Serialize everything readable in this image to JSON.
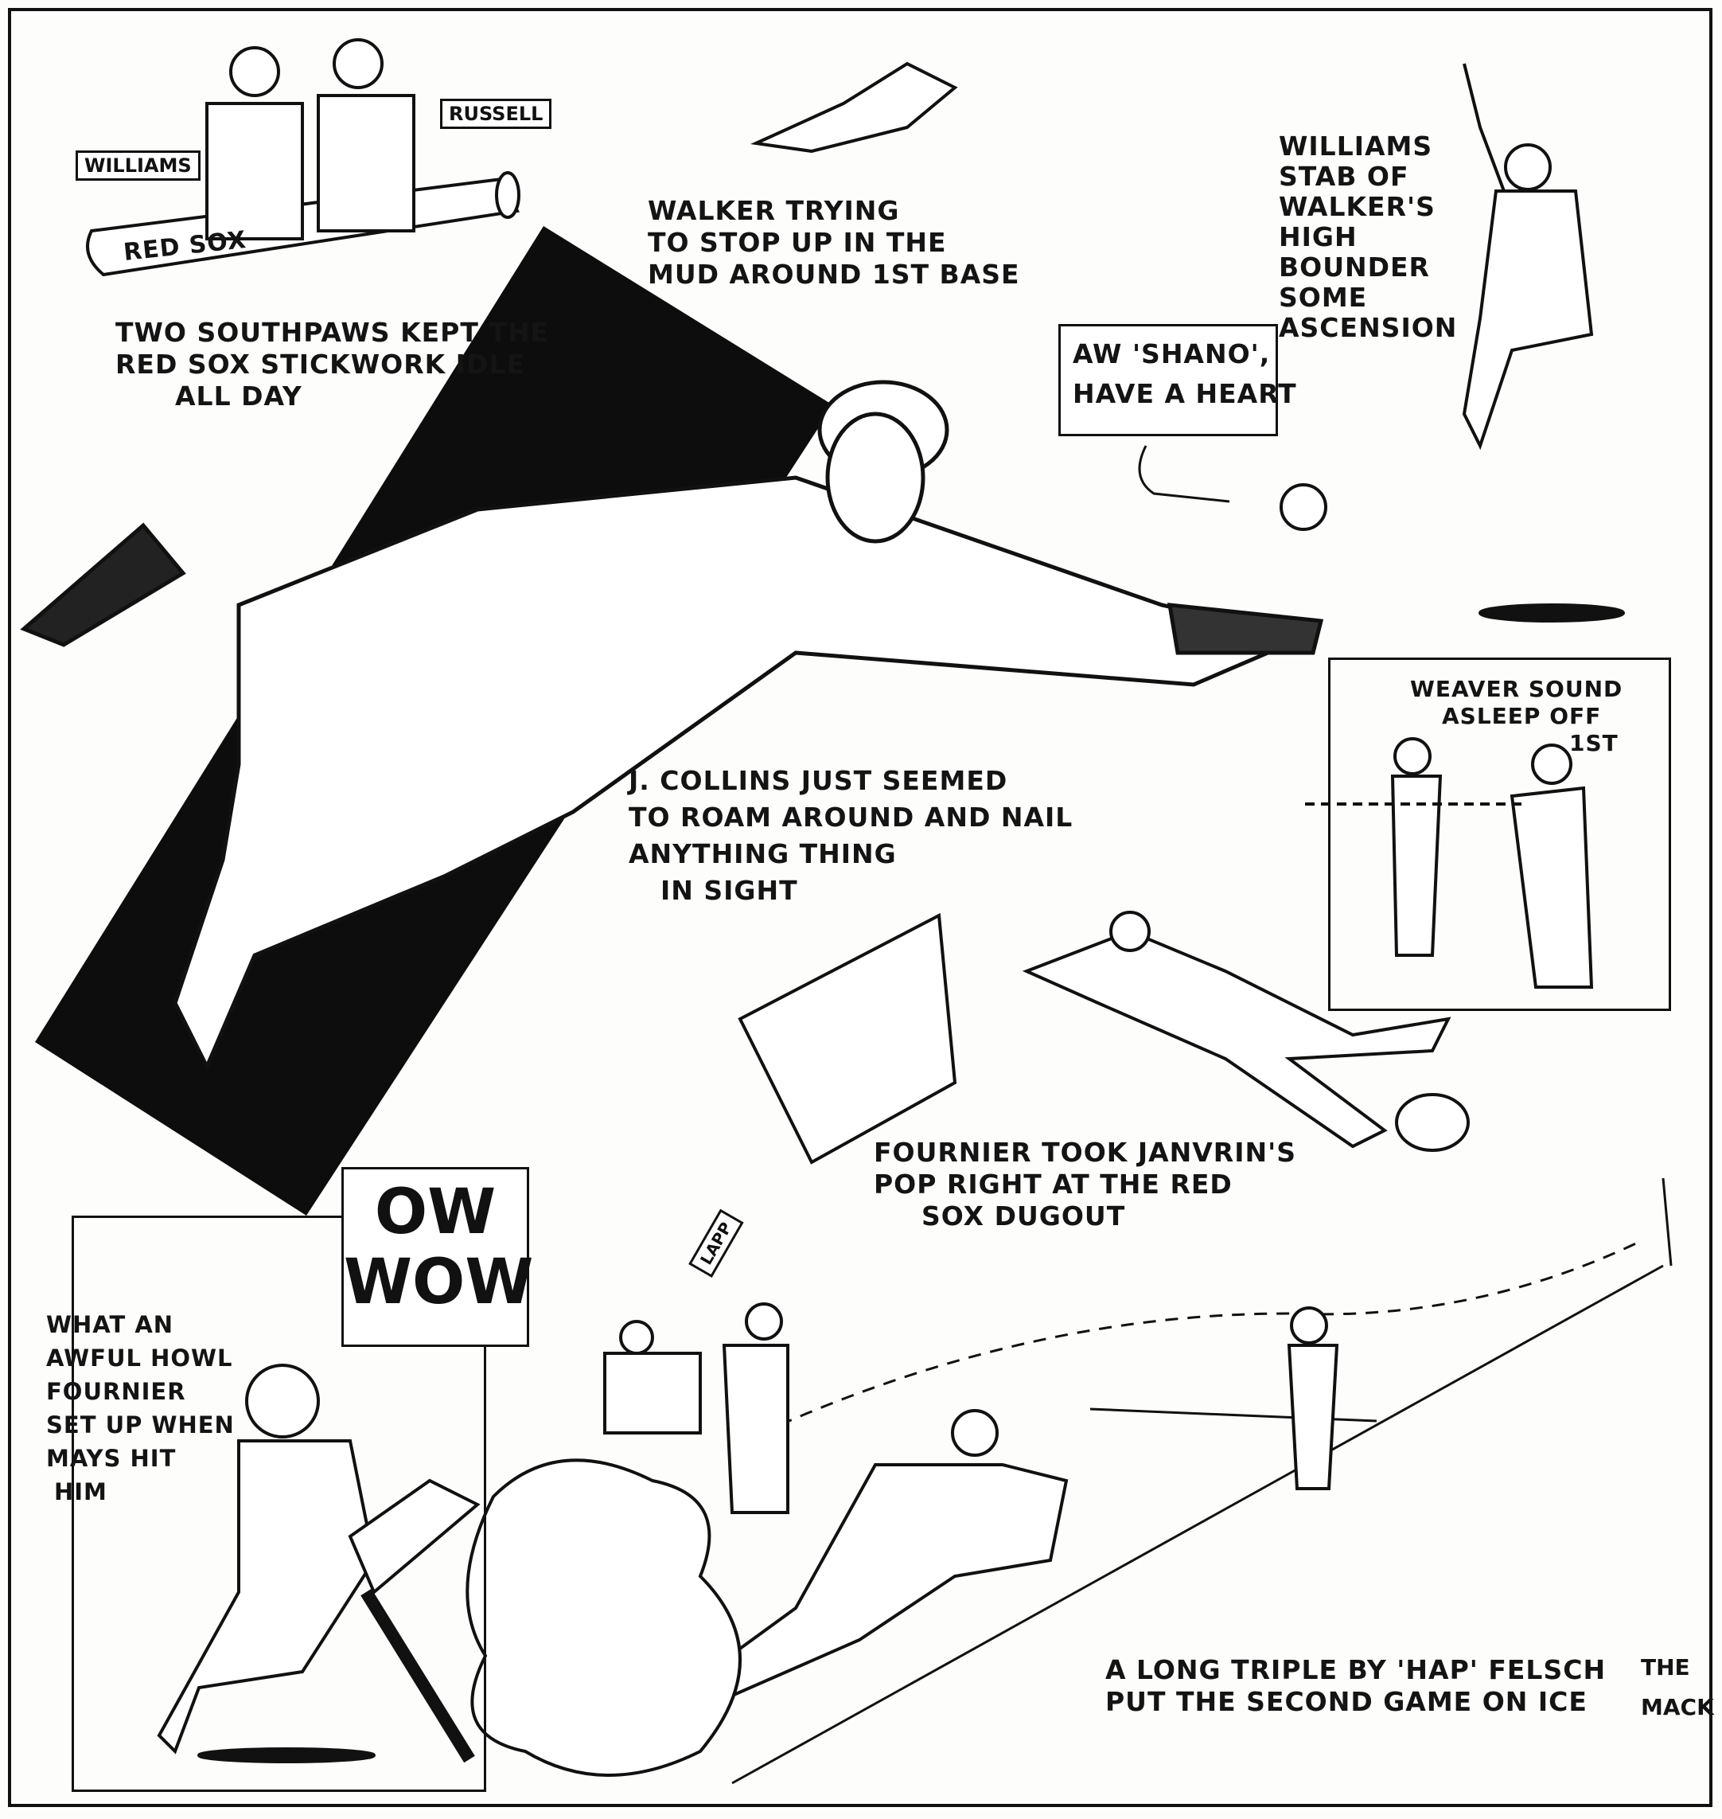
{
  "labels": {
    "williams": "WILLIAMS",
    "russell": "RUSSELL",
    "bat_text": "RED SOX",
    "lapp": "LAPP"
  },
  "captions": {
    "southpaws": [
      "TWO SOUTHPAWS KEPT THE",
      "RED SOX STICKWORK IDLE",
      "ALL DAY"
    ],
    "walker": [
      "WALKER TRYING",
      "TO STOP UP IN THE",
      "MUD AROUND 1st BASE"
    ],
    "williams_stab": [
      "WILLIAMS",
      "STAB OF",
      "WALKER'S",
      "HIGH",
      "BOUNDER",
      "SOME",
      "ASCENSION"
    ],
    "shano": [
      "AW 'SHANO',",
      "HAVE A HEART"
    ],
    "collins": [
      "J. COLLINS JUST SEEMED",
      "TO ROAM AROUND AND NAIL",
      "ANYTHING THING",
      "IN SIGHT"
    ],
    "weaver": [
      "WEAVER SOUND",
      "ASLEEP OFF",
      "1ST"
    ],
    "fournier_pop": [
      "FOURNIER TOOK JANVRIN'S",
      "POP RIGHT AT THE RED",
      "SOX DUGOUT"
    ],
    "ow_wow": [
      "OW",
      "WOW"
    ],
    "howl": [
      "WHAT AN",
      "AWFUL HOWL",
      "FOURNIER",
      "SET UP WHEN",
      "MAYS HIT",
      "HIM"
    ],
    "triple": [
      "A LONG TRIPLE BY 'HAP' FELSCH",
      "PUT THE SECOND GAME ON ICE"
    ]
  },
  "signature": [
    "THE",
    "MACK"
  ]
}
